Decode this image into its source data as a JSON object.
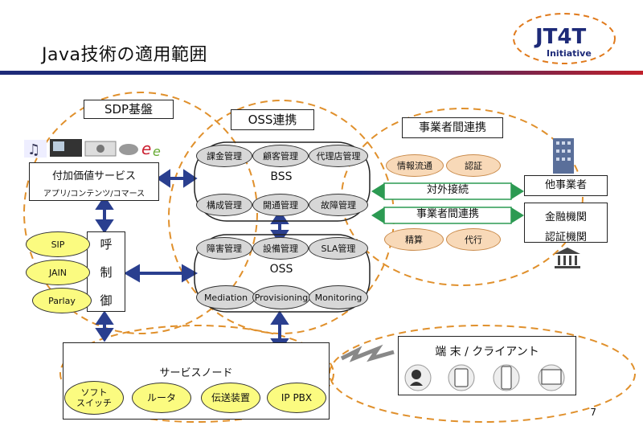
{
  "title": "Java技術の適用範囲",
  "logo": {
    "main": "JT4T",
    "sub": "Initiative"
  },
  "page_number": "7",
  "sdp": {
    "header": "SDP基盤",
    "value_added_title": "付加価値サービス",
    "value_added_sub": "アプリ/コンテンツ/コマース",
    "call_control_chars": [
      "呼",
      "制",
      "御"
    ],
    "protocols": [
      "SIP",
      "JAIN",
      "Parlay"
    ]
  },
  "oss_link": {
    "header": "OSS連携",
    "bss_label": "BSS",
    "oss_label": "OSS",
    "bss_row1": [
      "課金管理",
      "顧客管理",
      "代理店管理"
    ],
    "bss_row2": [
      "構成管理",
      "開通管理",
      "故障管理"
    ],
    "oss_row1": [
      "障害管理",
      "設備管理",
      "SLA管理"
    ],
    "oss_row2": [
      "Mediation",
      "Provisioning",
      "Monitoring"
    ]
  },
  "interop": {
    "header": "事業者間連携",
    "top_items": [
      "情報流通",
      "認証"
    ],
    "external": "対外接続",
    "inter_carrier": "事業者間連携",
    "bottom_items": [
      "精算",
      "代行"
    ],
    "other_carrier": "他事業者",
    "finance_line1": "金融機関",
    "finance_line2": "認証機関"
  },
  "service_node": {
    "label": "サービスノード",
    "soft_switch_line1": "ソフト",
    "soft_switch_line2": "スイッチ",
    "items": [
      "ルータ",
      "伝送装置",
      "IP PBX"
    ]
  },
  "terminal": {
    "label": "端 末 / クライアント"
  },
  "icons": [
    "music-note-icon",
    "media-player-icon",
    "photo-icon",
    "game-controller-icon",
    "browser-e-icon",
    "building-icon",
    "bank-icon",
    "person-icon",
    "mobile-phone-icon",
    "cell-phone-icon",
    "tv-monitor-icon",
    "lightning-cloud-icon"
  ]
}
